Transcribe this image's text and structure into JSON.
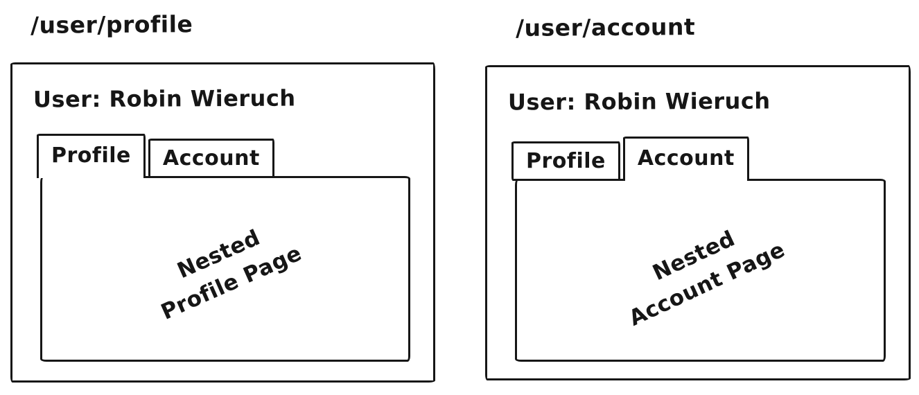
{
  "theme": {
    "ink": "#161616",
    "background": "#ffffff"
  },
  "panels": [
    {
      "route": "/user/profile",
      "user_line": "User: Robin Wieruch",
      "tabs": [
        {
          "label": "Profile",
          "active": true
        },
        {
          "label": "Account",
          "active": false
        }
      ],
      "content_lines": [
        "Nested",
        "Profile Page"
      ]
    },
    {
      "route": "/user/account",
      "user_line": "User: Robin Wieruch",
      "tabs": [
        {
          "label": "Profile",
          "active": false
        },
        {
          "label": "Account",
          "active": true
        }
      ],
      "content_lines": [
        "Nested",
        "Account Page"
      ]
    }
  ]
}
